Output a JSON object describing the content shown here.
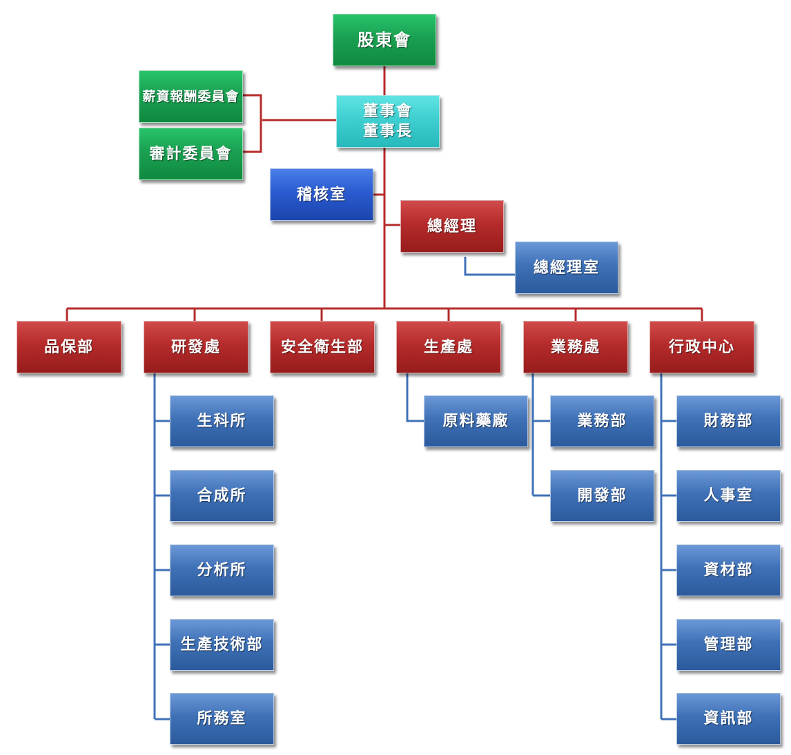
{
  "shareholders": "股東會",
  "board": {
    "line1": "董事會",
    "line2": "董事長"
  },
  "committees": {
    "compensation": "薪資報酬委員會",
    "audit": "審計委員會"
  },
  "audit_office": "稽核室",
  "gm": "總經理",
  "gm_office": "總經理室",
  "departments": {
    "qa": "品保部",
    "rd": "研發處",
    "safety": "安全衛生部",
    "production": "生產處",
    "business": "業務處",
    "admin": "行政中心"
  },
  "rd_units": [
    "生科所",
    "合成所",
    "分析所",
    "生產技術部",
    "所務室"
  ],
  "production_units": [
    "原料藥廠"
  ],
  "business_units": [
    "業務部",
    "開發部"
  ],
  "admin_units": [
    "財務部",
    "人事室",
    "資材部",
    "管理部",
    "資訊部"
  ],
  "colors": {
    "red_line": "#b52b2b",
    "blue_line": "#3f71b7",
    "green": "#1aa052",
    "cyan": "#3fcfd0",
    "navy": "#2a5bd0",
    "red": "#b52b2b",
    "blue": "#3f71b7"
  }
}
